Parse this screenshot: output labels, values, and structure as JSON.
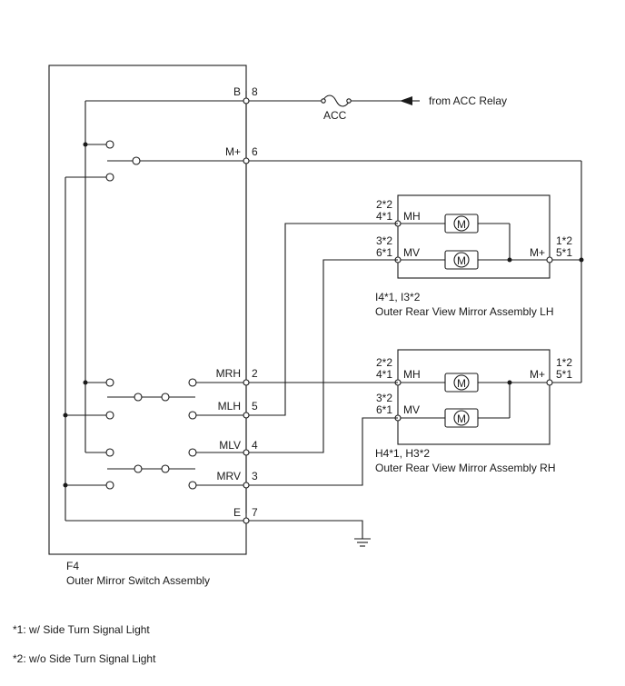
{
  "switch_assembly": {
    "code": "F4",
    "name": "Outer Mirror Switch Assembly",
    "pins": [
      {
        "label": "B",
        "number": "8"
      },
      {
        "label": "M+",
        "number": "6"
      },
      {
        "label": "MRH",
        "number": "2"
      },
      {
        "label": "MLH",
        "number": "5"
      },
      {
        "label": "MLV",
        "number": "4"
      },
      {
        "label": "MRV",
        "number": "3"
      },
      {
        "label": "E",
        "number": "7"
      }
    ]
  },
  "fuse": {
    "label": "ACC"
  },
  "power_source": {
    "label": "from ACC Relay"
  },
  "mirror_lh": {
    "codes": "I4*1, I3*2",
    "name": "Outer Rear View Mirror Assembly LH",
    "mh_pins": [
      "2*2",
      "4*1"
    ],
    "mv_pins": [
      "3*2",
      "6*1"
    ],
    "mplus_pins": [
      "1*2",
      "5*1"
    ],
    "mh_label": "MH",
    "mv_label": "MV",
    "mplus_label": "M+"
  },
  "mirror_rh": {
    "codes": "H4*1, H3*2",
    "name": "Outer Rear View Mirror Assembly RH",
    "mh_pins": [
      "2*2",
      "4*1"
    ],
    "mv_pins": [
      "3*2",
      "6*1"
    ],
    "mplus_pins": [
      "1*2",
      "5*1"
    ],
    "mh_label": "MH",
    "mv_label": "MV",
    "mplus_label": "M+"
  },
  "motor_symbol": "M",
  "notes": [
    "*1: w/ Side Turn Signal Light",
    "*2: w/o Side Turn Signal Light"
  ],
  "colors": {
    "line": "#1a1a1a",
    "background": "#ffffff"
  }
}
